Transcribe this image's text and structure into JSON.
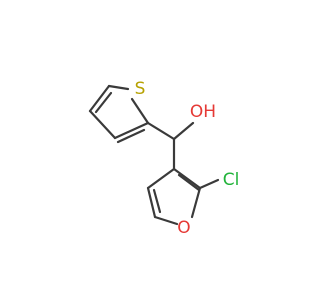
{
  "molecule": {
    "atoms": {
      "sulfur": {
        "symbol": "S",
        "color": "#b6a100"
      },
      "hydroxyl": {
        "symbol": "OH",
        "color": "#e53935"
      },
      "chlorine": {
        "symbol": "Cl",
        "color": "#21b33a"
      },
      "furan_oxygen": {
        "symbol": "O",
        "color": "#e53935"
      }
    },
    "bond_color": "#3a3a3a"
  }
}
